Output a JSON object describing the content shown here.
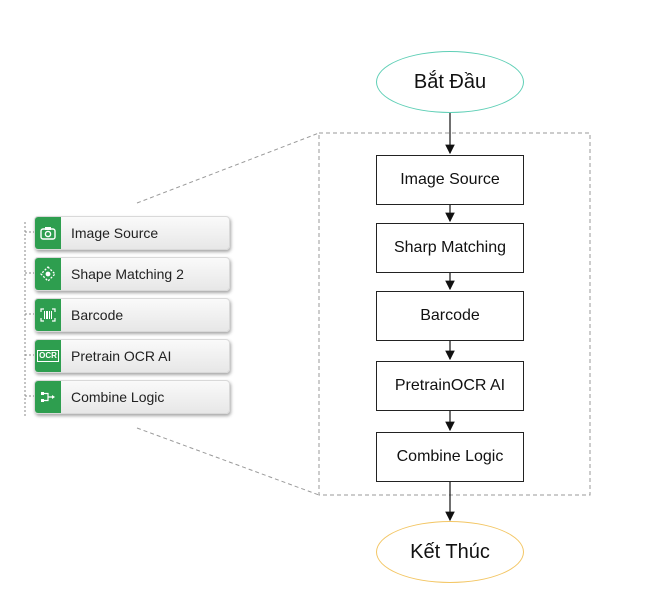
{
  "flowchart": {
    "start_label": "Bắt Đầu",
    "end_label": "Kết Thúc",
    "steps": [
      {
        "label": "Image Source"
      },
      {
        "label": "Sharp Matching"
      },
      {
        "label": "Barcode"
      },
      {
        "label": "PretrainOCR AI"
      },
      {
        "label": "Combine Logic"
      }
    ]
  },
  "toolbox": {
    "items": [
      {
        "label": "Image Source",
        "icon": "camera-icon"
      },
      {
        "label": "Shape Matching 2",
        "icon": "shape-matching-icon"
      },
      {
        "label": "Barcode",
        "icon": "barcode-icon"
      },
      {
        "label": "Pretrain OCR AI",
        "icon": "ocr-icon",
        "icon_text": "OCR"
      },
      {
        "label": "Combine Logic",
        "icon": "combine-logic-icon"
      }
    ]
  },
  "colors": {
    "start_border": "#5fcfb6",
    "end_border": "#f3c664",
    "tool_icon_bg": "#2e9e4f"
  }
}
